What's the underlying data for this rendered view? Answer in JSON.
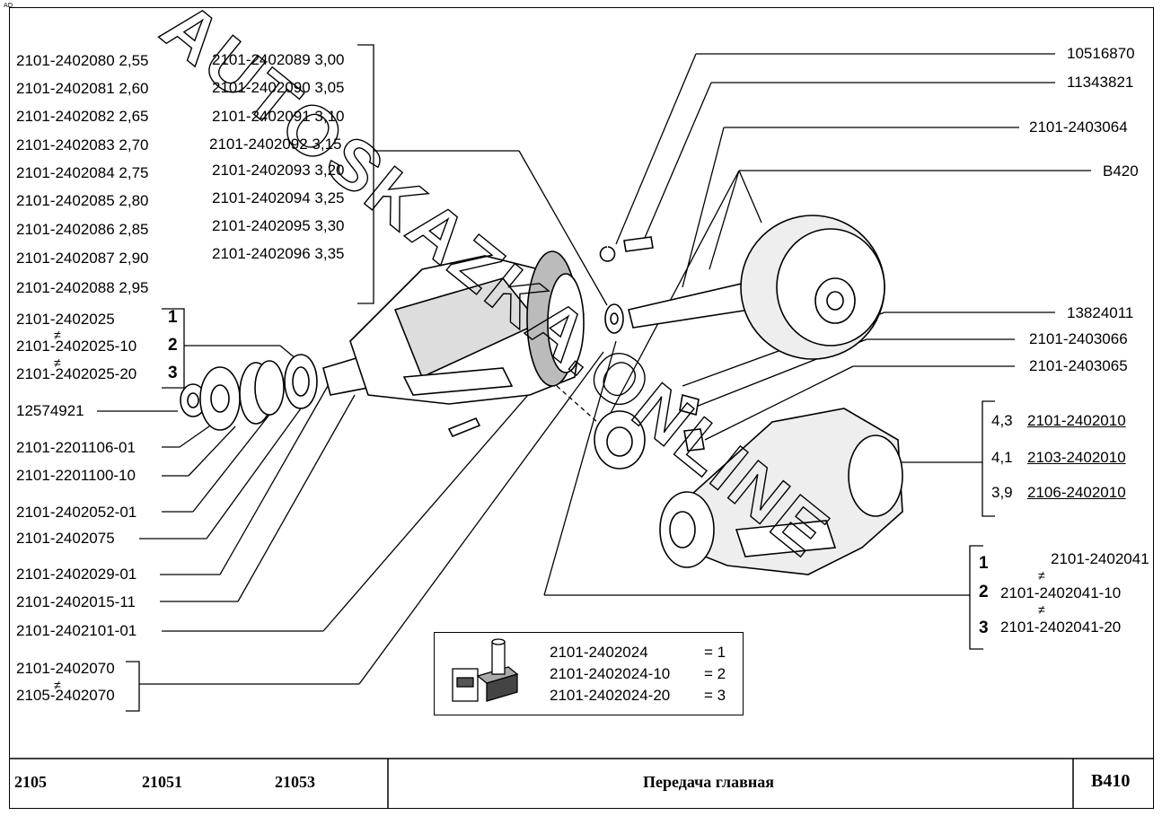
{
  "corner_mark": "AD",
  "bracket_table": {
    "col1": [
      "2101-2402080 2,55",
      "2101-2402081 2,60",
      "2101-2402082 2,65",
      "2101-2402083 2,70",
      "2101-2402084 2,75",
      "2101-2402085 2,80",
      "2101-2402086 2,85",
      "2101-2402087 2,90",
      "2101-2402088 2,95"
    ],
    "col2": [
      "2101-2402089 3,00",
      "2101-2402090 3,05",
      "2101-2402091 3,10",
      "2101-2402092 3,15",
      "2101-2402093 3,20",
      "2101-2402094 3,25",
      "2101-2402095 3,30",
      "2101-2402096 3,35"
    ]
  },
  "left_group": {
    "a": "2101-2402025",
    "b": "2101-2402025-10",
    "c": "2101-2402025-20",
    "n1": "1",
    "n2": "2",
    "n3": "3",
    "neq": "≠"
  },
  "left_labels": [
    "12574921",
    "2101-2201106-01",
    "2101-2201100-10",
    "2101-2402052-01",
    "2101-2402075",
    "2101-2402029-01",
    "2101-2402015-11",
    "2101-2402101-01"
  ],
  "left_bottom": {
    "a": "2101-2402070",
    "b": "2105-2402070",
    "neq": "≠"
  },
  "right_labels": [
    "10516870",
    "11343821",
    "2101-2403064",
    "B420",
    "13824011",
    "2101-2403066",
    "2101-2403065"
  ],
  "ratios": [
    {
      "ratio": "4,3",
      "part": "2101-2402010"
    },
    {
      "ratio": "4,1",
      "part": "2103-2402010"
    },
    {
      "ratio": "3,9",
      "part": "2106-2402010"
    }
  ],
  "right_group": {
    "n1": "1",
    "n2": "2",
    "n3": "3",
    "a": "2101-2402041",
    "b": "2101-2402041-10",
    "c": "2101-2402041-20",
    "neq": "≠"
  },
  "legend": {
    "rows": [
      {
        "part": "2101-2402024",
        "eq": "= 1"
      },
      {
        "part": "2101-2402024-10",
        "eq": "= 2"
      },
      {
        "part": "2101-2402024-20",
        "eq": "= 3"
      }
    ]
  },
  "footer": {
    "models": [
      "2105",
      "21051",
      "21053"
    ],
    "title": "Передача главная",
    "code": "B410"
  },
  "watermark": "AUTOSKAZKA.ONLINE"
}
